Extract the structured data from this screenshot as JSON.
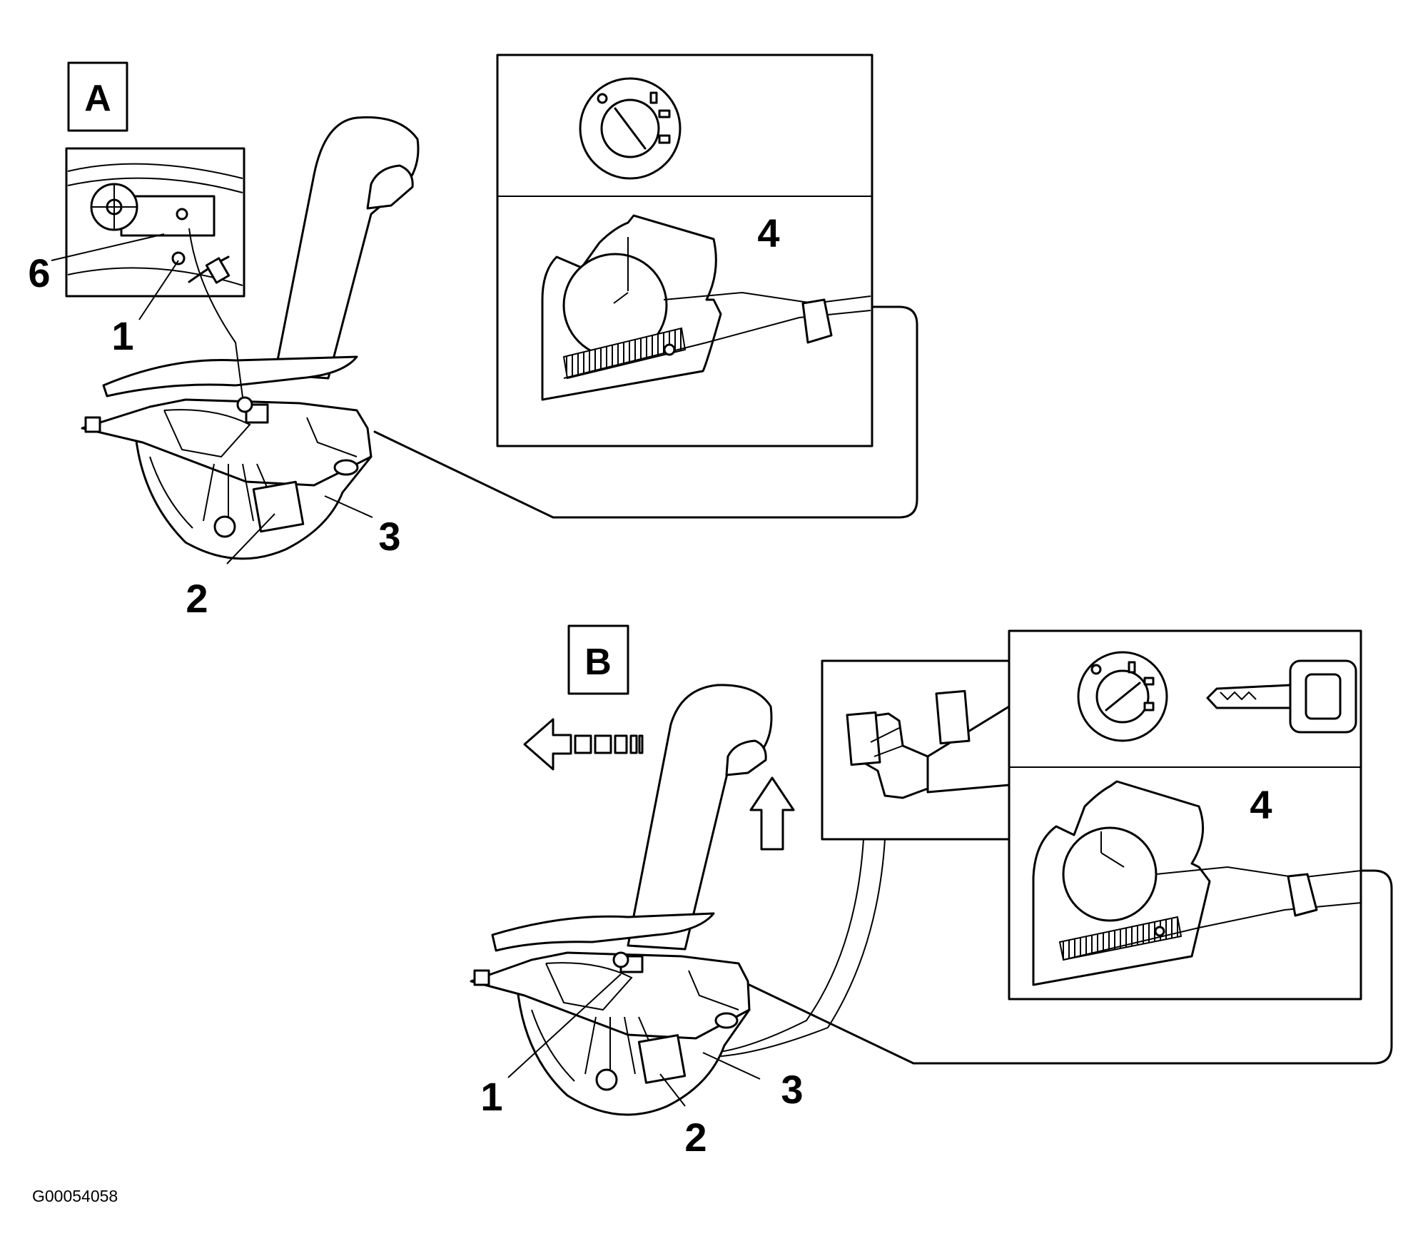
{
  "panels": {
    "a": {
      "letter": "A"
    },
    "b": {
      "letter": "B"
    }
  },
  "callouts": {
    "a": {
      "c1": "1",
      "c2": "2",
      "c3": "3",
      "c4": "4",
      "c6": "6"
    },
    "b": {
      "c1": "1",
      "c2": "2",
      "c3": "3",
      "c4": "4"
    }
  },
  "figure_id": "G00054058",
  "icons": [
    "ignition-switch-icon",
    "shift-lever-icon",
    "key-icon",
    "foot-on-brake-pedal-icon",
    "arrow-left-icon",
    "arrow-up-icon",
    "lock-cam-icon"
  ]
}
